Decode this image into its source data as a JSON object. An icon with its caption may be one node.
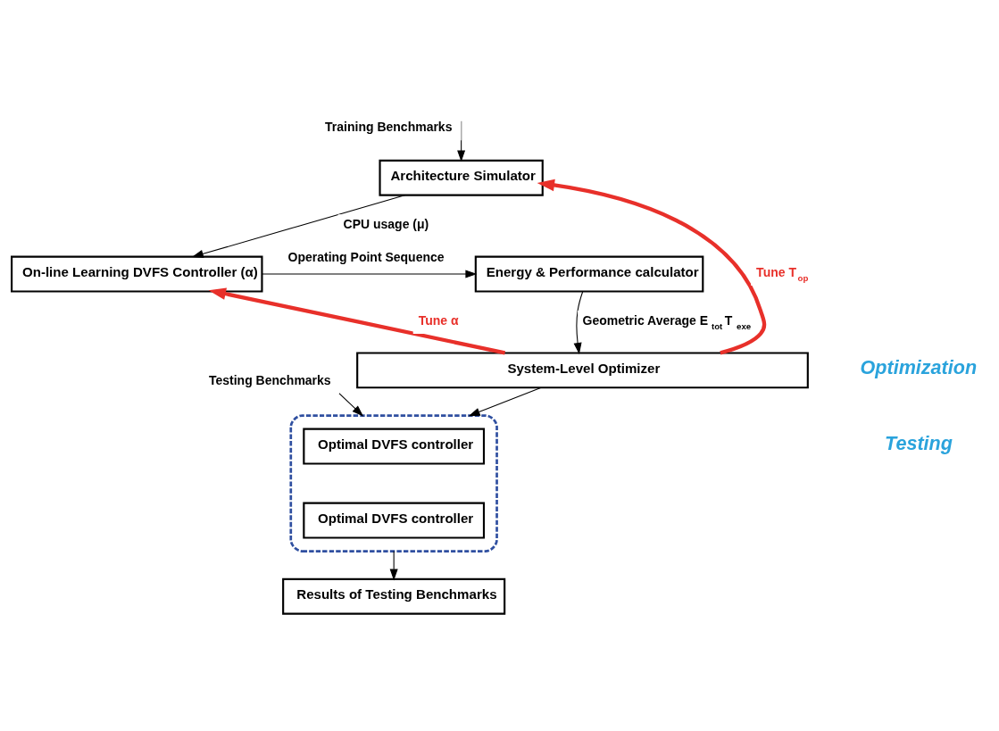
{
  "diagram": {
    "nodes": [
      {
        "text": [
          "Architecture Simulator"
        ]
      },
      {
        "text": [
          "On-line Learning DVFS Controller (α)"
        ]
      },
      {
        "text": [
          "Energy & Performance calculator"
        ]
      },
      {
        "text": [
          "System-Level Optimizer"
        ]
      },
      {
        "text": [],
        "shape": "box"
      },
      {
        "text": [
          "Optimal DVFS controller"
        ],
        "in": 4
      },
      {
        "text": [
          "Optimal DVFS controller"
        ],
        "in": 4
      },
      {
        "text": [
          "Results of Testing Benchmarks"
        ]
      }
    ],
    "edges": [
      {
        "from": null,
        "to": 0,
        "arrow": "to",
        "label": "Training Benchmarks"
      },
      {
        "from": 0,
        "to": 1,
        "arrow": "to",
        "label": "CPU usage (μ)"
      },
      {
        "from": 1,
        "to": 2,
        "arrow": "to",
        "label": "Operating Point Sequence"
      },
      {
        "from": 2,
        "to": 3,
        "arrow": "to",
        "label": "Geometric Average E$_{tot}$  T$_{exe}$"
      },
      {
        "from": 3,
        "to": 0,
        "arrow": "to",
        "label": "Tune T$_{op}$",
        "color": "#e8302a",
        "style": "thick"
      },
      {
        "from": 3,
        "to": 1,
        "arrow": "to",
        "label": "Tune α",
        "color": "#e8302a",
        "style": "thick"
      },
      {
        "from": 3,
        "to": 4,
        "arrow": "to"
      },
      {
        "from": null,
        "to": 4,
        "arrow": "to",
        "label": "Testing Benchmarks"
      },
      {
        "from": 4,
        "to": 7,
        "arrow": "to"
      }
    ],
    "labels": [
      "Optimization",
      "Testing"
    ]
  }
}
